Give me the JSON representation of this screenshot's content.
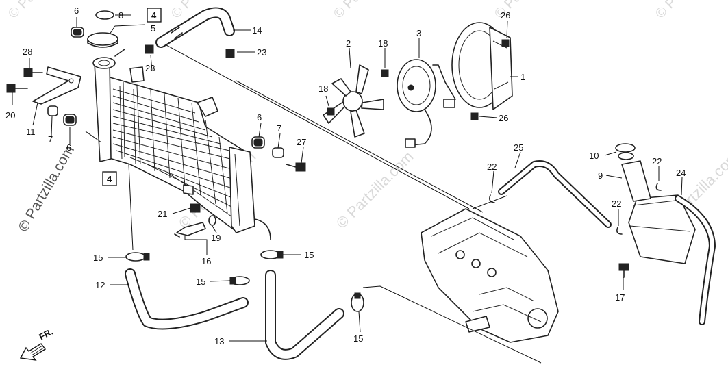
{
  "watermark": {
    "brand": "© Partzilla.com",
    "small": [
      "© Pa",
      "© Pa",
      "© Pa",
      "© P",
      "© P",
      "© Partzilla.com",
      "© Partzilla.com",
      "© Partzilla.com"
    ]
  },
  "direction_label": "FR.",
  "callouts": [
    {
      "id": "c-1",
      "text": "1"
    },
    {
      "id": "c-2",
      "text": "2"
    },
    {
      "id": "c-3",
      "text": "3"
    },
    {
      "id": "c-4a",
      "text": "4",
      "boxed": true
    },
    {
      "id": "c-4b",
      "text": "4",
      "boxed": true
    },
    {
      "id": "c-5",
      "text": "5"
    },
    {
      "id": "c-6a",
      "text": "6"
    },
    {
      "id": "c-6b",
      "text": "6"
    },
    {
      "id": "c-6c",
      "text": "6"
    },
    {
      "id": "c-7a",
      "text": "7"
    },
    {
      "id": "c-7b",
      "text": "7"
    },
    {
      "id": "c-8",
      "text": "8"
    },
    {
      "id": "c-9",
      "text": "9"
    },
    {
      "id": "c-10",
      "text": "10"
    },
    {
      "id": "c-11",
      "text": "11"
    },
    {
      "id": "c-12",
      "text": "12"
    },
    {
      "id": "c-13",
      "text": "13"
    },
    {
      "id": "c-14",
      "text": "14"
    },
    {
      "id": "c-15a",
      "text": "15"
    },
    {
      "id": "c-15b",
      "text": "15"
    },
    {
      "id": "c-15c",
      "text": "15"
    },
    {
      "id": "c-15d",
      "text": "15"
    },
    {
      "id": "c-16",
      "text": "16"
    },
    {
      "id": "c-17",
      "text": "17"
    },
    {
      "id": "c-18a",
      "text": "18"
    },
    {
      "id": "c-18b",
      "text": "18"
    },
    {
      "id": "c-19",
      "text": "19"
    },
    {
      "id": "c-20",
      "text": "20"
    },
    {
      "id": "c-21",
      "text": "21"
    },
    {
      "id": "c-22a",
      "text": "22"
    },
    {
      "id": "c-22b",
      "text": "22"
    },
    {
      "id": "c-22c",
      "text": "22"
    },
    {
      "id": "c-23a",
      "text": "23"
    },
    {
      "id": "c-23b",
      "text": "23"
    },
    {
      "id": "c-24",
      "text": "24"
    },
    {
      "id": "c-25",
      "text": "25"
    },
    {
      "id": "c-26a",
      "text": "26"
    },
    {
      "id": "c-26b",
      "text": "26"
    },
    {
      "id": "c-27",
      "text": "27"
    },
    {
      "id": "c-28",
      "text": "28"
    }
  ]
}
